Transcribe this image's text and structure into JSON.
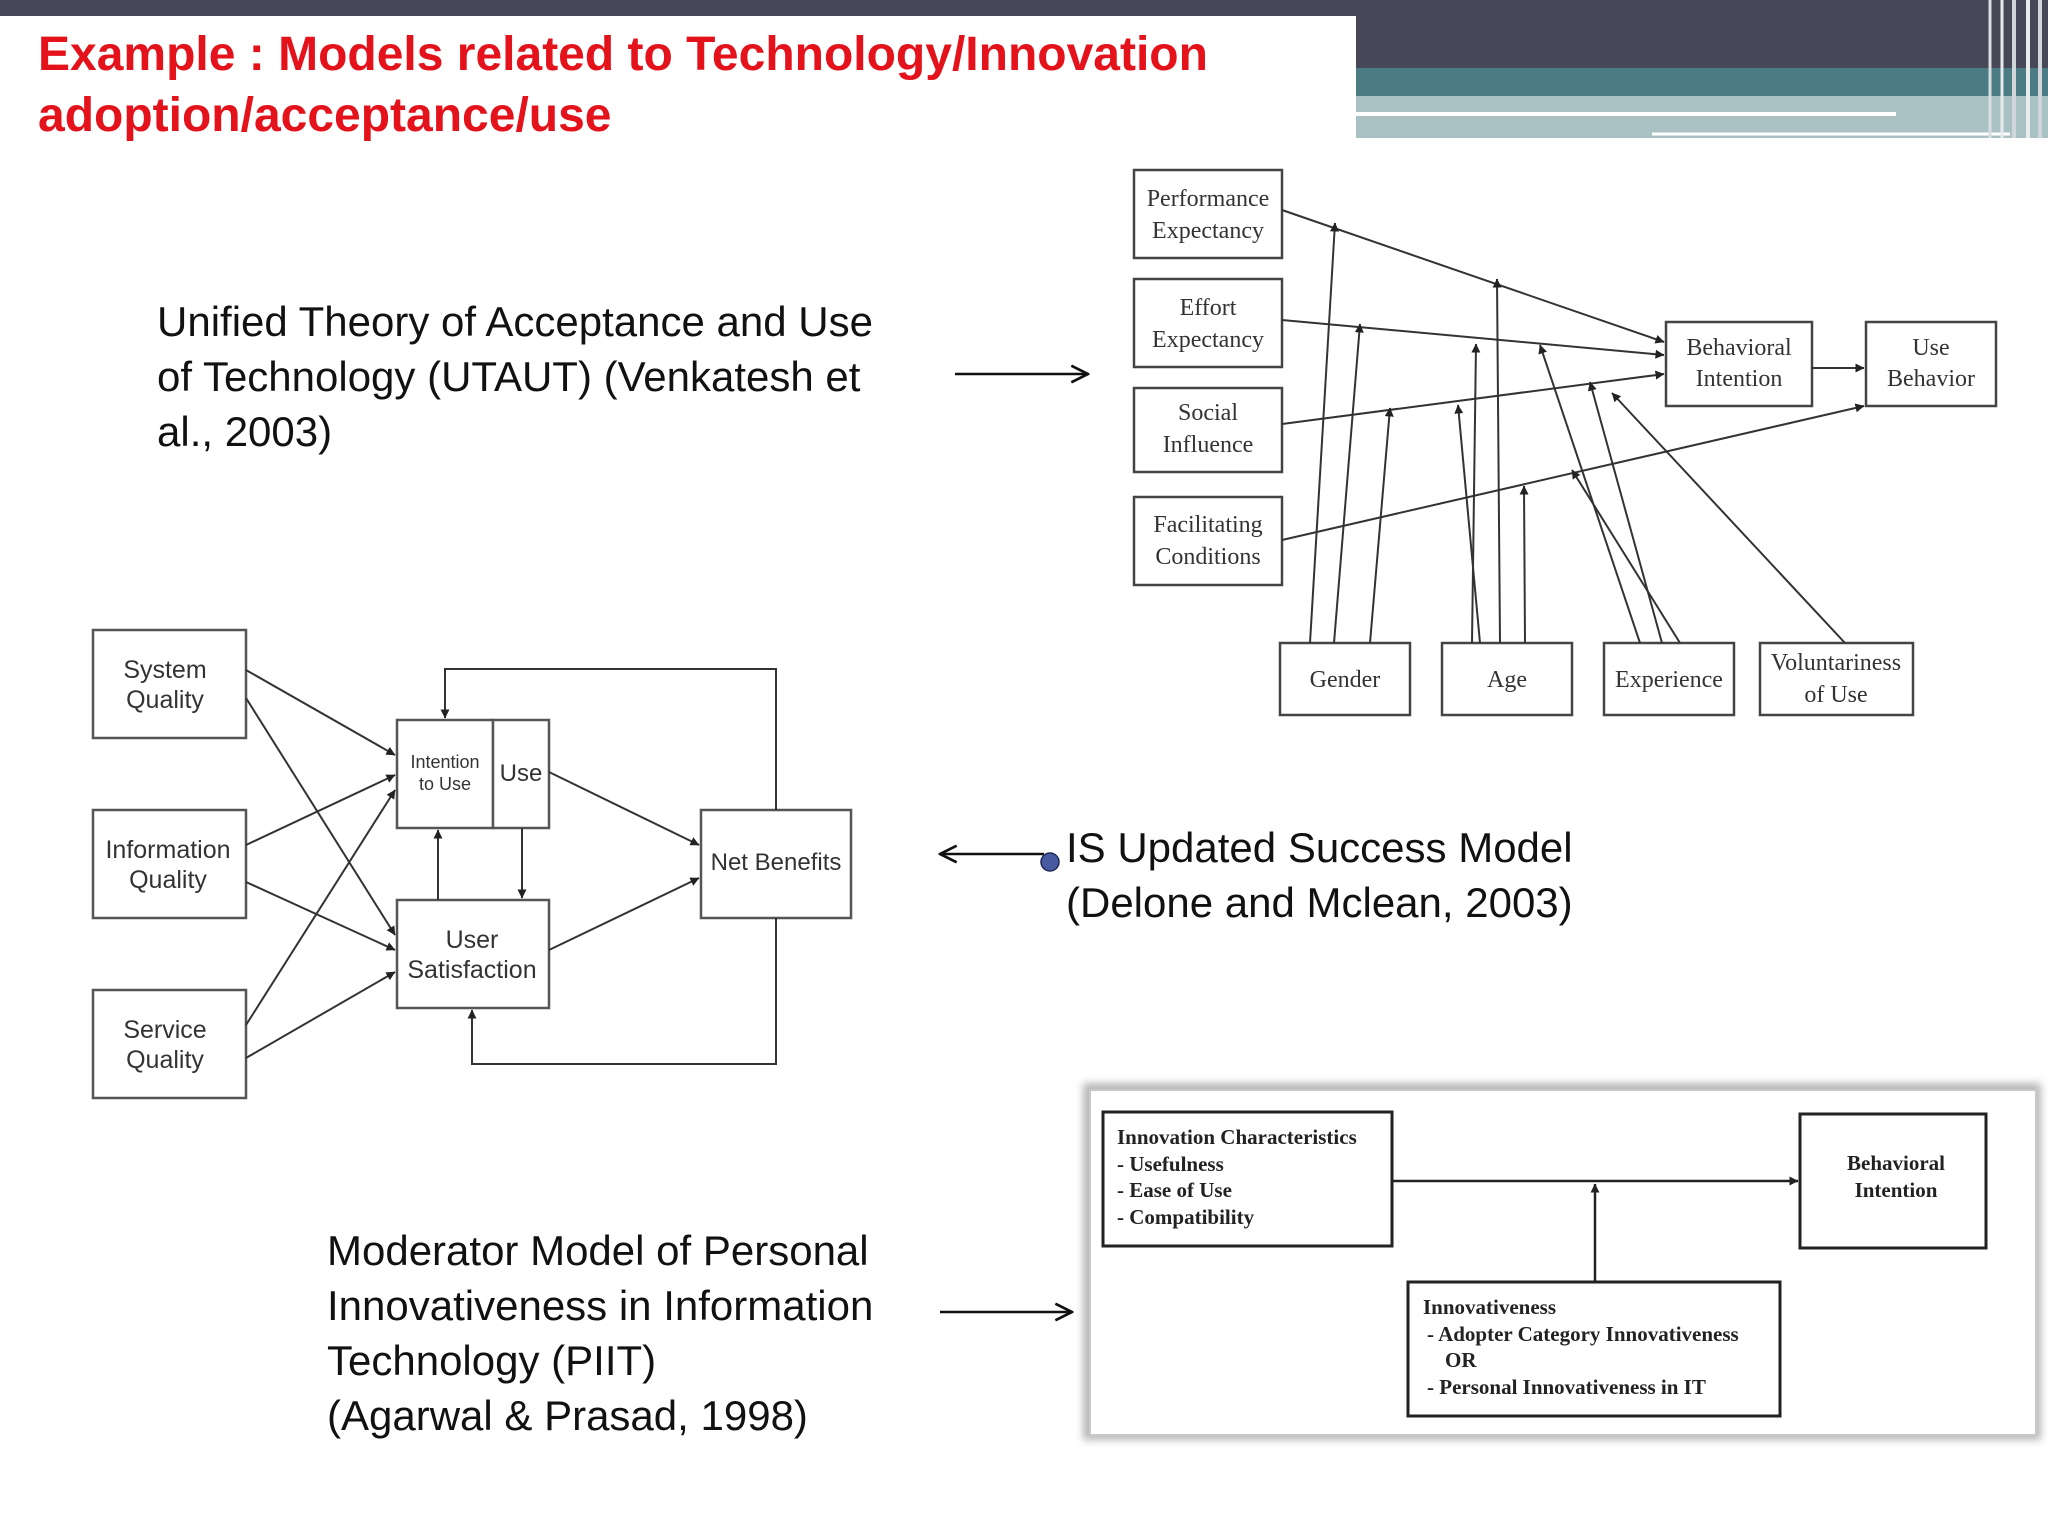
{
  "slide": {
    "title_line1": "Example : Models related to Technology/Innovation",
    "title_line2": "adoption/acceptance/use",
    "colors": {
      "title_red": "#e3121b",
      "header_dark": "#464857",
      "header_teal": "#4b7c83",
      "diagram_line": "#222222",
      "bullet_navy": "#4a5aa0"
    }
  },
  "utaut": {
    "caption_lines": [
      "Unified Theory of Acceptance and Use",
      "of Technology (UTAUT) (Venkatesh et",
      "al., 2003)"
    ],
    "nodes": {
      "performance_expectancy": [
        "Performance",
        "Expectancy"
      ],
      "effort_expectancy": [
        "Effort",
        "Expectancy"
      ],
      "social_influence": [
        "Social",
        "Influence"
      ],
      "facilitating_conditions": [
        "Facilitating",
        "Conditions"
      ],
      "behavioral_intention": [
        "Behavioral",
        "Intention"
      ],
      "use_behavior": [
        "Use",
        "Behavior"
      ],
      "gender": [
        "Gender"
      ],
      "age": [
        "Age"
      ],
      "experience": [
        "Experience"
      ],
      "voluntariness": [
        "Voluntariness",
        "of Use"
      ]
    }
  },
  "is_success": {
    "caption_lines": [
      "IS Updated Success Model",
      "(Delone and Mclean, 2003)"
    ],
    "nodes": {
      "system_quality": [
        "System",
        "Quality"
      ],
      "information_quality": [
        "Information",
        "Quality"
      ],
      "service_quality": [
        "Service",
        "Quality"
      ],
      "intention_to_use": [
        "Intention",
        "to Use"
      ],
      "use": [
        "Use"
      ],
      "user_satisfaction": [
        "User",
        "Satisfaction"
      ],
      "net_benefits": [
        "Net Benefits"
      ]
    }
  },
  "piit": {
    "caption_lines": [
      "Moderator Model of Personal",
      "Innovativeness in Information",
      "Technology (PIIT)",
      "(Agarwal & Prasad, 1998)"
    ],
    "nodes": {
      "innovation_characteristics": [
        "Innovation Characteristics",
        "- Usefulness",
        "- Ease of Use",
        "- Compatibility"
      ],
      "behavioral_intention": [
        "Behavioral",
        "Intention"
      ],
      "innovativeness": [
        "Innovativeness",
        "- Adopter Category Innovativeness",
        "OR",
        "- Personal Innovativeness in IT"
      ]
    }
  }
}
